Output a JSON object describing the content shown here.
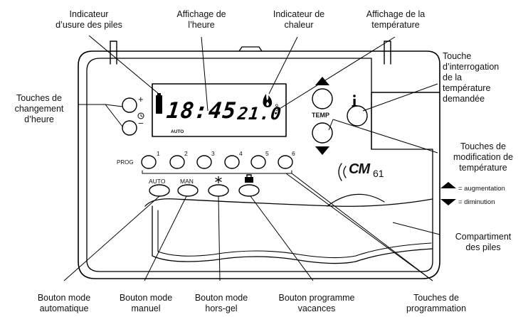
{
  "labels": {
    "battery_indicator": "Indicateur\nd’usure des piles",
    "time_display": "Affichage de\nl’heure",
    "heat_indicator": "Indicateur de\nchaleur",
    "temp_display": "Affichage de la\ntempérature",
    "temp_query_key": "Touche\nd’interrogation\nde la\ntempérature\ndemandée",
    "time_change_keys": "Touches de\nchangement\nd’heure",
    "temp_modify_keys": "Touches de\nmodification de\ntempérature",
    "increase": "= augmentation",
    "decrease": "= diminution",
    "battery_compartment": "Compartiment\ndes piles",
    "auto_mode": "Bouton mode\nautomatique",
    "manual_mode": "Bouton mode\nmanuel",
    "frost_mode": "Bouton mode\nhors-gel",
    "holiday_program": "Bouton programme\nvacances",
    "program_keys": "Touches de\nprogrammation"
  },
  "device": {
    "time": "18:45",
    "temperature": "21.0",
    "degree": "°",
    "auto_flag": "AUTO",
    "temp_key": "TEMP",
    "info_icon": "i",
    "prog_label": "PROG",
    "prog_numbers": [
      "1",
      "2",
      "3",
      "4",
      "5",
      "6"
    ],
    "mode_auto": "AUTO",
    "mode_man": "MAN",
    "frost_icon": "snowflake-icon",
    "holiday_icon": "suitcase-icon",
    "plus": "+",
    "minus": "−",
    "brand": "CM",
    "model": "61"
  }
}
